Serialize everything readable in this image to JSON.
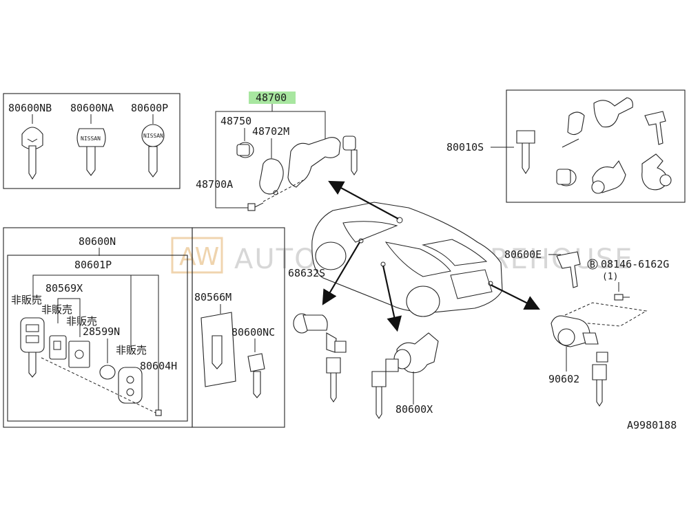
{
  "labels": {
    "p48700": "48700",
    "p48750": "48750",
    "p48702M": "48702M",
    "p48700A": "48700A",
    "p80600NB": "80600NB",
    "p80600NA": "80600NA",
    "p80600P": "80600P",
    "p80010S": "80010S",
    "p80600N": "80600N",
    "p80601P": "80601P",
    "p80569X": "80569X",
    "p28599N": "28599N",
    "p80604H": "80604H",
    "p80566M": "80566M",
    "p80600NC": "80600NC",
    "p68632S": "68632S",
    "p80600X": "80600X",
    "p80600E": "80600E",
    "p08146": "08146-6162G",
    "qty": "(1)",
    "circleB": "B",
    "p90602": "90602",
    "notForSale": "非販売",
    "figure_code": "A9980188",
    "key_brand": "NISSAN"
  },
  "watermark": {
    "logo": "AW",
    "text": "AUTOMOTIVE WAREHOUSE"
  },
  "colors": {
    "highlight": "#a8e6a0",
    "line": "#222222"
  }
}
